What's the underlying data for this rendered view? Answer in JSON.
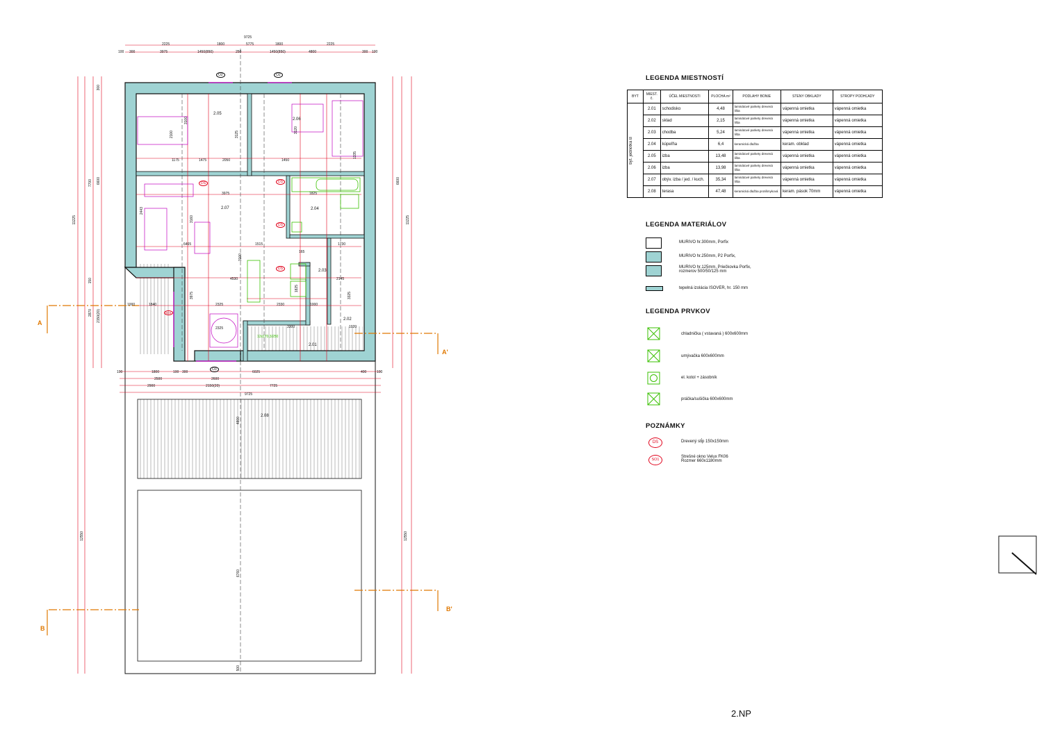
{
  "drawing": {
    "sheet_label": "2.NP",
    "room_numbers": [
      "2.01",
      "2.02",
      "2.03",
      "2.04",
      "2.05",
      "2.06",
      "2.07",
      "2.08"
    ],
    "dims_top": [
      "9725",
      "2225",
      "1800",
      "5775",
      "1800",
      "2225",
      "100",
      "300",
      "3975",
      "1450(850)",
      "250",
      "1450(850)",
      "4800",
      "300",
      "100"
    ],
    "dims_bottom": [
      "100",
      "1800",
      "100",
      "300",
      "6025",
      "400",
      "100",
      "2500",
      "2600",
      "7725",
      "2150(20)",
      "2900",
      "9725"
    ],
    "dims_left": [
      "11225",
      "7700",
      "6600",
      "12550",
      "2870",
      "2150(20)",
      "150",
      "300",
      "1000"
    ],
    "dims_right": [
      "11225",
      "12550",
      "6600"
    ],
    "dims_inner": [
      "3100",
      "2100",
      "1175",
      "1475",
      "2050",
      "3125",
      "3120",
      "1450",
      "1335",
      "6465",
      "3975",
      "3160",
      "2443",
      "1515",
      "1825",
      "1730",
      "3100",
      "2145",
      "4530",
      "2325",
      "2330",
      "3300",
      "1000",
      "1840",
      "1825",
      "2325",
      "3975",
      "3325",
      "1020",
      "165"
    ],
    "section_marks": [
      "A",
      "A'",
      "B",
      "B'"
    ],
    "window_tags": [
      "O2",
      "O2",
      "O3"
    ],
    "ds_tag": "DS",
    "so_tag": "SO1",
    "stair_note": "12x170,3/250"
  },
  "legend_rooms": {
    "title": "LEGENDA MIESTNOSTÍ",
    "headers": [
      "BYT",
      "MIEST. č.",
      "ÚČEL MIESTNOSTI",
      "PLOCHA m²",
      "PODLAHY BONIE",
      "STENY OBKLADY",
      "STROPY PODHĽADY"
    ],
    "byt_label": "byt. jednotka B",
    "rows": [
      {
        "no": "2.01",
        "name": "schodisko",
        "area": "4,48",
        "floor": "laminátové parkety drevená lišta",
        "wall": "vápenná omietka",
        "ceiling": "vápenná omietka"
      },
      {
        "no": "2.02",
        "name": "sklad",
        "area": "2,15",
        "floor": "laminátové parkety drevená lišta",
        "wall": "vápenná omietka",
        "ceiling": "vápenná omietka"
      },
      {
        "no": "2.03",
        "name": "chodba",
        "area": "5,24",
        "floor": "laminátové parkety drevená lišta",
        "wall": "vápenná omietka",
        "ceiling": "vápenná omietka"
      },
      {
        "no": "2.04",
        "name": "kúpeľňa",
        "area": "6,4",
        "floor": "keramická dlažba",
        "wall": "keram. obklad",
        "ceiling": "vápenná omietka"
      },
      {
        "no": "2.05",
        "name": "izba",
        "area": "13,48",
        "floor": "laminátové parkety drevená lišta",
        "wall": "vápenná omietka",
        "ceiling": "vápenná omietka"
      },
      {
        "no": "2.06",
        "name": "izba",
        "area": "13,98",
        "floor": "laminátové parkety drevená lišta",
        "wall": "vápenná omietka",
        "ceiling": "vápenná omietka"
      },
      {
        "no": "2.07",
        "name": "obýv. izba / jed. / kuch.",
        "area": "35,34",
        "floor": "laminátové parkety drevená lišta",
        "wall": "vápenná omietka",
        "ceiling": "vápenná omietka"
      },
      {
        "no": "2.08",
        "name": "terasa",
        "area": "47,48",
        "floor": "keramická dlažba protišmyková",
        "wall": "keram. pások 70mm",
        "ceiling": "vápenná omietka"
      }
    ]
  },
  "legend_materials": {
    "title": "LEGENDA MATERIÁLOV",
    "items": [
      {
        "text": "MURIVO hr.300mm, Porfix",
        "fill": "#ffffff"
      },
      {
        "text": "MURIVO hr.250mm, P2 Porfix,",
        "fill": "#9fd3d3"
      },
      {
        "text": "MURIVO hr.125mm, Priečkovka Porfix, rozmerov 500/50/125 mm",
        "fill": "#9fd3d3"
      },
      {
        "text": "tepelná izolácia ISOVER, hr. 150 mm",
        "fill": "#9fd3d3"
      }
    ]
  },
  "legend_elements": {
    "title": "LEGENDA PRVKOV",
    "items": [
      {
        "text": "chladnička ( vstavaná ) 600x600mm",
        "icon": "fridge-icon"
      },
      {
        "text": "umývačka 600x600mm",
        "icon": "dishwasher-icon"
      },
      {
        "text": "el. kotol + zásobník",
        "icon": "boiler-icon"
      },
      {
        "text": "práčka/sušička 600x600mm",
        "icon": "washer-icon"
      }
    ]
  },
  "notes": {
    "title": "POZNÁMKY",
    "items": [
      {
        "tag": "DS",
        "text": "Drevený stĺp 150x150mm"
      },
      {
        "tag": "SO1",
        "text": "Strešné okno Velux FK06 Rozmer 660x1180mm"
      }
    ]
  },
  "colors": {
    "wall_fill": "#9fd3d3",
    "dim_red": "#e0001a",
    "section_orange": "#e07800",
    "magenta": "#c000c0",
    "fixture_green": "#39c000",
    "ink": "#111111"
  }
}
